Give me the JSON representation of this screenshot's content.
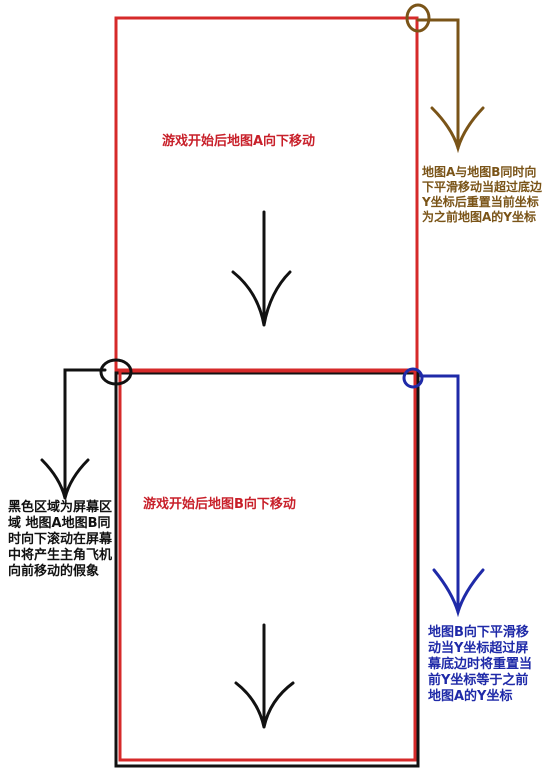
{
  "map_a": {
    "label": "游戏开始后地图A向下移动",
    "color": "#d62a2a"
  },
  "map_b": {
    "label": "游戏开始后地图B向下移动",
    "color": "#d62a2a"
  },
  "notes": {
    "brown": {
      "text": "地图A与地图B同时向下平滑移动当超过底边Y坐标后重置当前坐标为之前地图A的Y坐标",
      "color": "#7a5418"
    },
    "black": {
      "text": "黑色区域为屏幕区域 地图A地图B同时向下滚动在屏幕中将产生主角飞机向前移动的假象",
      "color": "#111111"
    },
    "blue": {
      "text": "地图B向下平滑移动当Y坐标超过屏幕底边时将重置当前Y坐标等于之前地图A的Y坐标",
      "color": "#1f2aa8"
    }
  }
}
